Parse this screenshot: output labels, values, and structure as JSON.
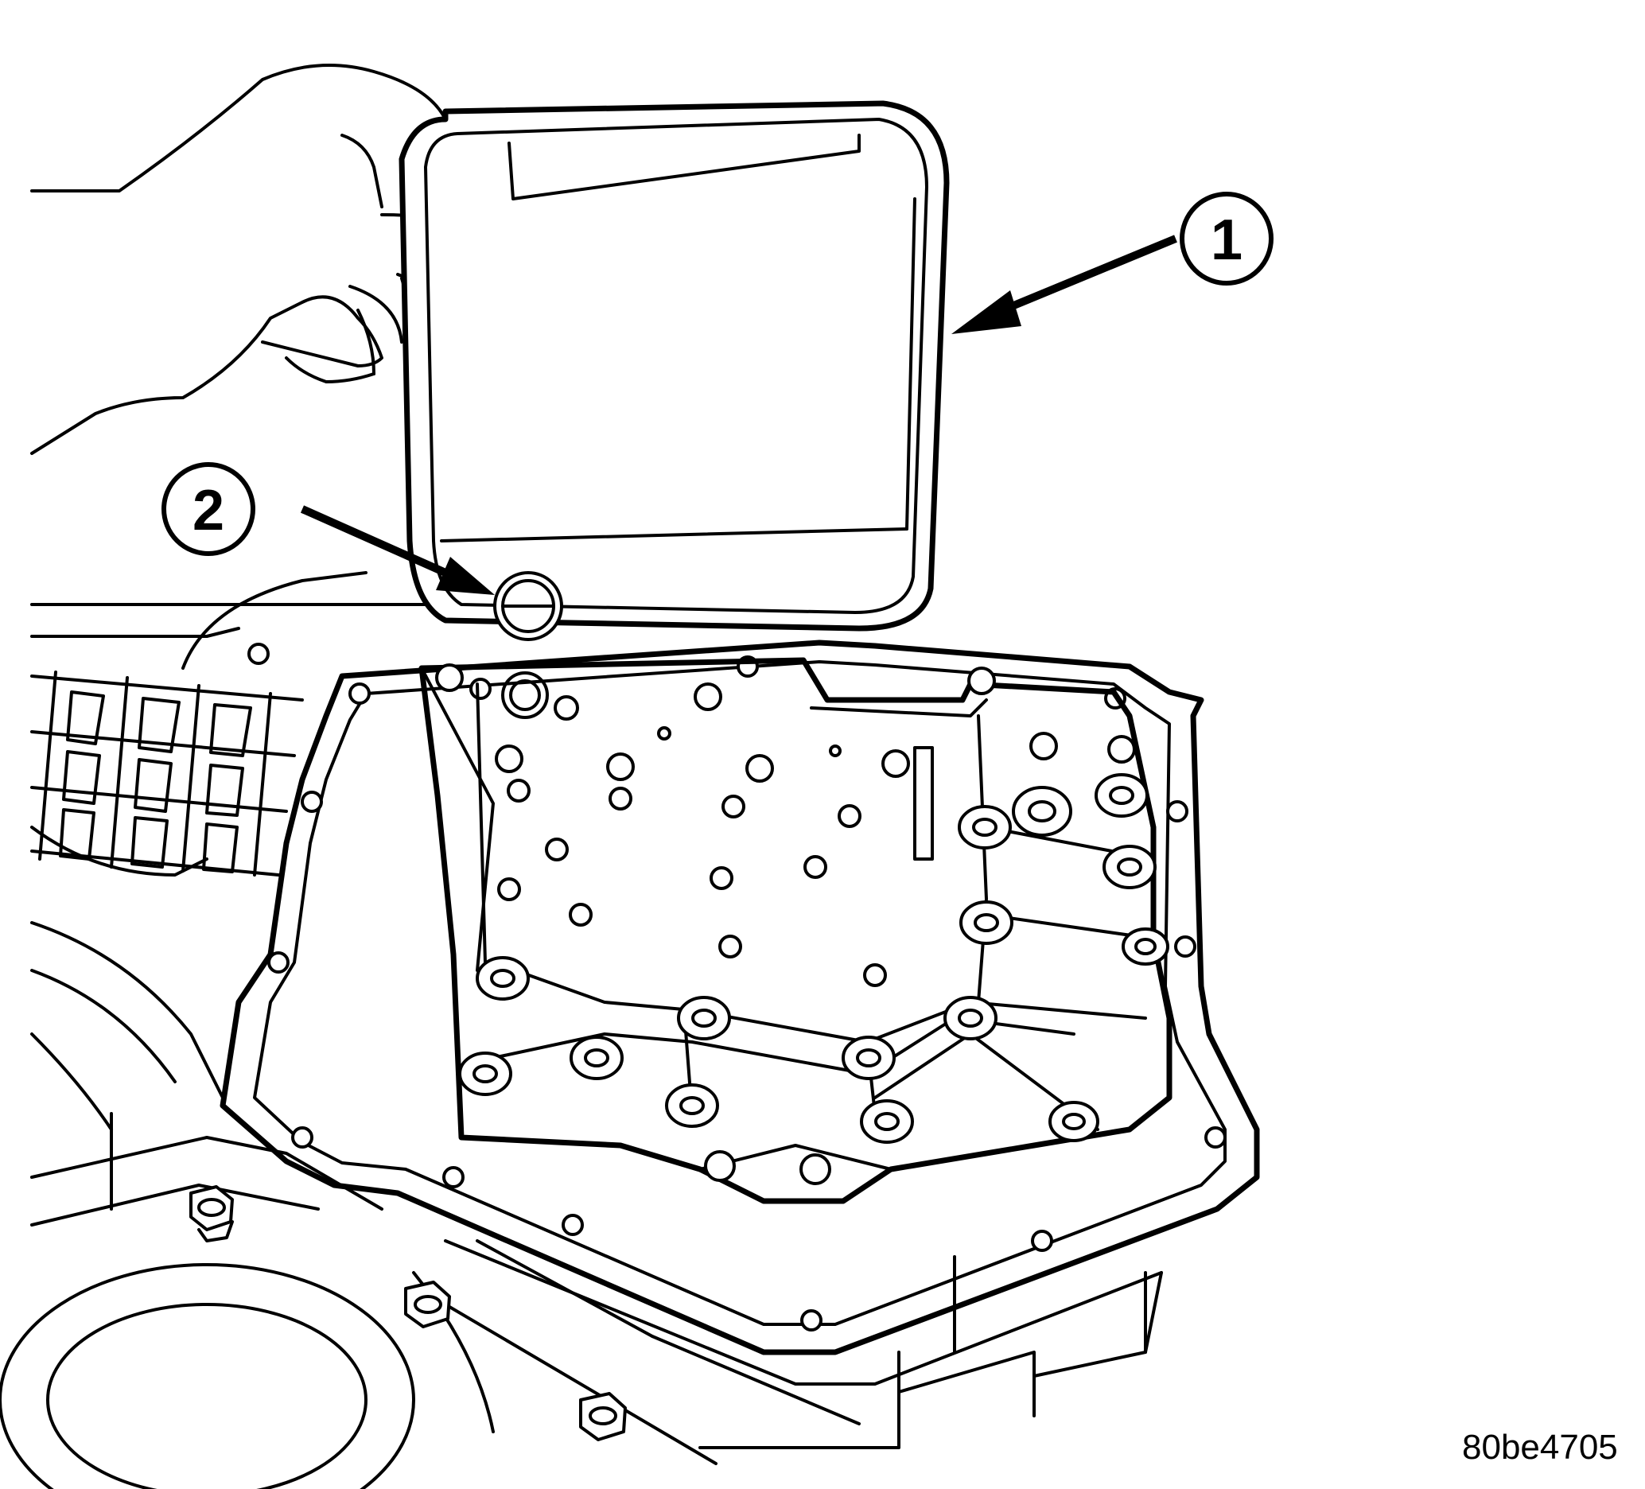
{
  "figure": {
    "figure_id": "80be4705",
    "callouts": [
      {
        "number": "1"
      },
      {
        "number": "2"
      }
    ]
  }
}
